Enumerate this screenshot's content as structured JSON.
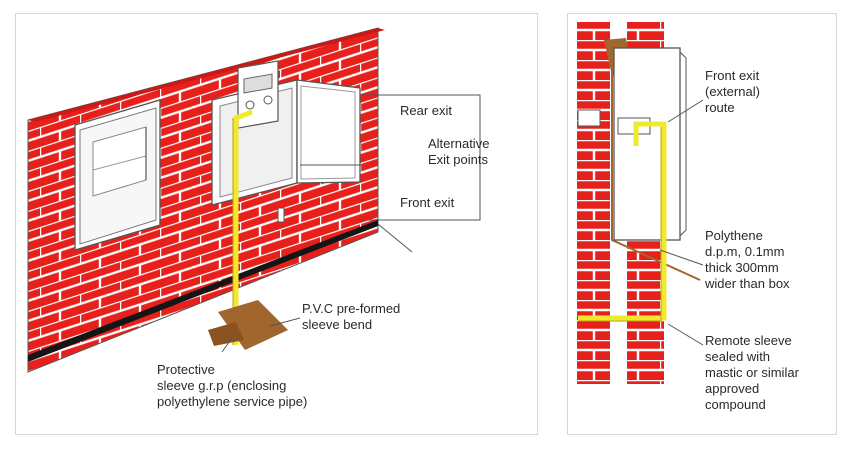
{
  "left_diagram": {
    "labels": {
      "rear_exit": "Rear exit",
      "alternative_exit_points": "Alternative\nExit points",
      "front_exit": "Front exit",
      "pvc_bend": "P.V.C pre-formed\nsleeve bend",
      "protective_sleeve": "Protective\nsleeve g.r.p (enclosing\npolyethylene service pipe)"
    }
  },
  "right_diagram": {
    "labels": {
      "front_exit_route": "Front exit\n(external)\nroute",
      "polythene_dpm": "Polythene\nd.p.m, 0.1mm\nthick 300mm\nwider than box",
      "remote_sleeve": "Remote sleeve\nsealed with\nmastic or similar\napproved\ncompound"
    }
  },
  "colors": {
    "brick": "#e8201c",
    "mortar": "#ffffff",
    "pipe": "#f3e830",
    "dpc": "#151515",
    "soil": "#a0662e",
    "box_fill": "#ffffff",
    "outline": "#444444"
  }
}
